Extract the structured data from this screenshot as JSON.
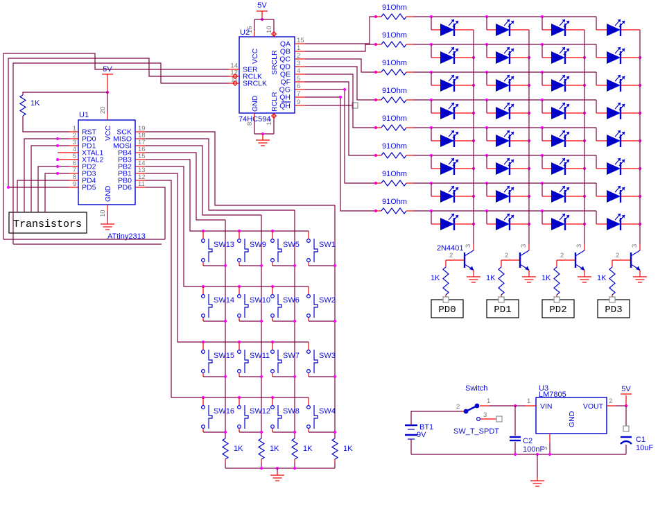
{
  "colors": {
    "wire": "#7A0443",
    "pin_stub": "#F00000",
    "component": "#0000CC",
    "junction": "#FF00FF",
    "label": "#0A0AE0",
    "pin_number": "#757575",
    "plain_text": "#000000"
  },
  "u1": {
    "ref": "U1",
    "part": "ATtiny2313",
    "supply": "5V",
    "pullup": "1K",
    "vcc": "VCC",
    "gnd": "GND",
    "vcc_pin": "20",
    "gnd_pin": "10",
    "left_labels": [
      "RST",
      "PD0",
      "PD1",
      "XTAL1",
      "XTAL2",
      "PD2",
      "PD3",
      "PD4",
      "PD5"
    ],
    "left_pins": [
      "1",
      "2",
      "3",
      "4",
      "5",
      "6",
      "7",
      "8",
      "9"
    ],
    "right_labels": [
      "SCK",
      "MISO",
      "MOSI",
      "PB4",
      "PB3",
      "PB2",
      "PB1",
      "PB0",
      "PD6"
    ],
    "right_pins": [
      "19",
      "18",
      "17",
      "16",
      "15",
      "14",
      "13",
      "12",
      "11"
    ]
  },
  "u2": {
    "ref": "U2",
    "part": "74HC594",
    "supply": "5V",
    "vcc": "VCC",
    "srclr": "SRCLR",
    "gnd": "GND",
    "rclr": "RCLR",
    "top_pins": [
      "16",
      "10"
    ],
    "bottom_pins": [
      "8",
      "13"
    ],
    "left_labels": [
      "SER",
      "RCLK",
      "SRCLK"
    ],
    "left_pins": [
      "14",
      "12",
      "11"
    ],
    "out_labels": [
      "QA",
      "QB",
      "QC",
      "QD",
      "QE",
      "QF",
      "QG",
      "QH"
    ],
    "out_pins": [
      "15",
      "1",
      "2",
      "3",
      "4",
      "5",
      "6",
      "7"
    ],
    "qh_bar": "QH",
    "qh_bar_pin": "9"
  },
  "led_matrix": {
    "rows": 8,
    "cols": 4,
    "row_resistor": "91Ohm"
  },
  "drivers": {
    "part": "2N4401",
    "base_pin": "2",
    "collector_pin": "3",
    "base_resistor": "1K",
    "terminals": [
      "PD0",
      "PD1",
      "PD2",
      "PD3"
    ]
  },
  "keypad": {
    "pulldown": "1K",
    "switch_labels": [
      [
        "SW13",
        "SW9",
        "SW5",
        "SW1"
      ],
      [
        "SW14",
        "SW10",
        "SW6",
        "SW2"
      ],
      [
        "SW15",
        "SW11",
        "SW7",
        "SW3"
      ],
      [
        "SW16",
        "SW12",
        "SW8",
        "SW4"
      ]
    ]
  },
  "transistors_box": "Transistors",
  "power": {
    "supply": "5V",
    "battery_ref": "BT1",
    "battery_v": "9V",
    "switch_title": "Switch",
    "switch_part": "SW_T_SPDT",
    "sw_pin1": "1",
    "sw_pin2": "2",
    "sw_pin3": "3",
    "u3": {
      "ref": "U3",
      "part": "LM7805",
      "vin": "VIN",
      "vout": "VOUT",
      "gnd": "GND",
      "pin1": "1",
      "pin2": "2",
      "pin3": "3"
    },
    "c2_ref": "C2",
    "c2_val": "100nF",
    "c1_ref": "C1",
    "c1_val": "10uF"
  }
}
